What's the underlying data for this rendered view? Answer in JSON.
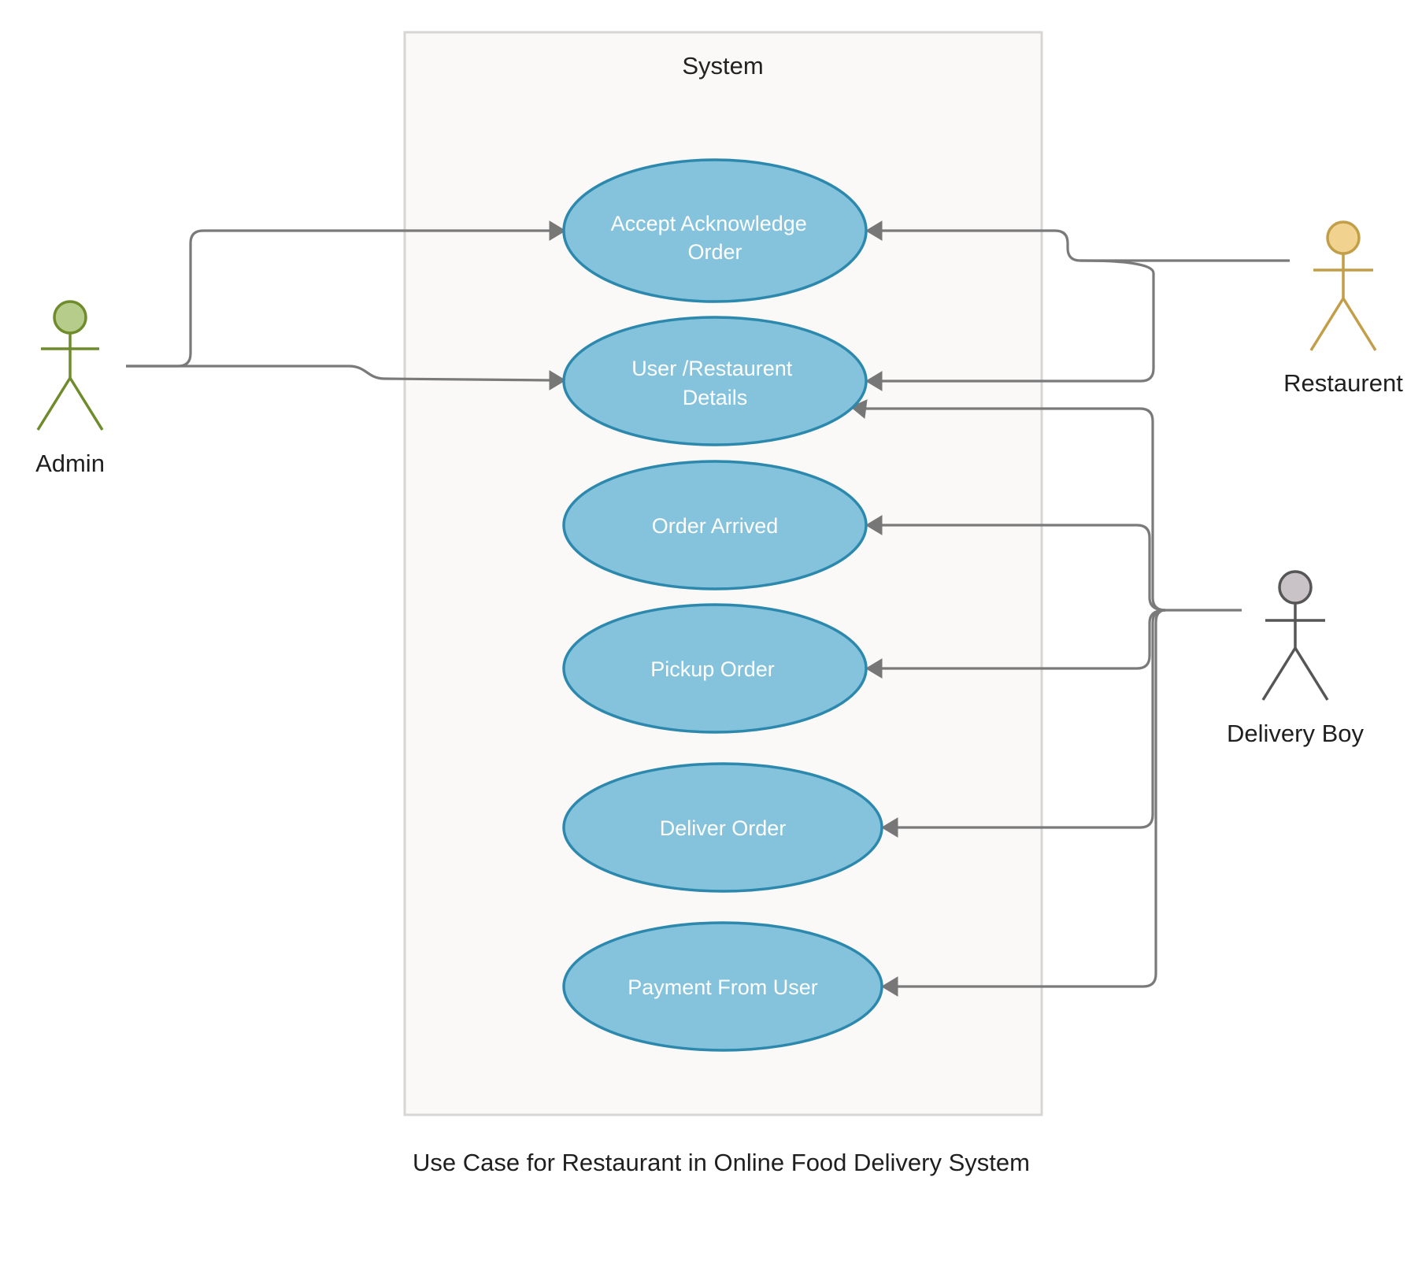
{
  "diagram": {
    "system": {
      "title": "System"
    },
    "use_cases": [
      {
        "id": "uc1",
        "lines": [
          "Accept Acknowledge",
          "Order"
        ]
      },
      {
        "id": "uc2",
        "lines": [
          "User /Restaurent",
          "Details"
        ]
      },
      {
        "id": "uc3",
        "lines": [
          "Order Arrived"
        ]
      },
      {
        "id": "uc4",
        "lines": [
          "Pickup Order"
        ]
      },
      {
        "id": "uc5",
        "lines": [
          "Deliver Order"
        ]
      },
      {
        "id": "uc6",
        "lines": [
          "Payment From User"
        ]
      }
    ],
    "actors": [
      {
        "id": "admin",
        "label": "Admin",
        "head_fill": "#b5cc8a",
        "stroke": "#6e8c2c"
      },
      {
        "id": "restaurent",
        "label": "Restaurent",
        "head_fill": "#f1d38f",
        "stroke": "#c29e48"
      },
      {
        "id": "delivery",
        "label": "Delivery Boy",
        "head_fill": "#c9c2c6",
        "stroke": "#565656"
      }
    ],
    "associations": [
      {
        "from": "admin",
        "to": "uc1"
      },
      {
        "from": "admin",
        "to": "uc2"
      },
      {
        "from": "restaurent",
        "to": "uc1"
      },
      {
        "from": "restaurent",
        "to": "uc2"
      },
      {
        "from": "delivery",
        "to": "uc2"
      },
      {
        "from": "delivery",
        "to": "uc3"
      },
      {
        "from": "delivery",
        "to": "uc4"
      },
      {
        "from": "delivery",
        "to": "uc5"
      },
      {
        "from": "delivery",
        "to": "uc6"
      }
    ],
    "caption": "Use Case for Restaurant in Online Food Delivery System"
  }
}
